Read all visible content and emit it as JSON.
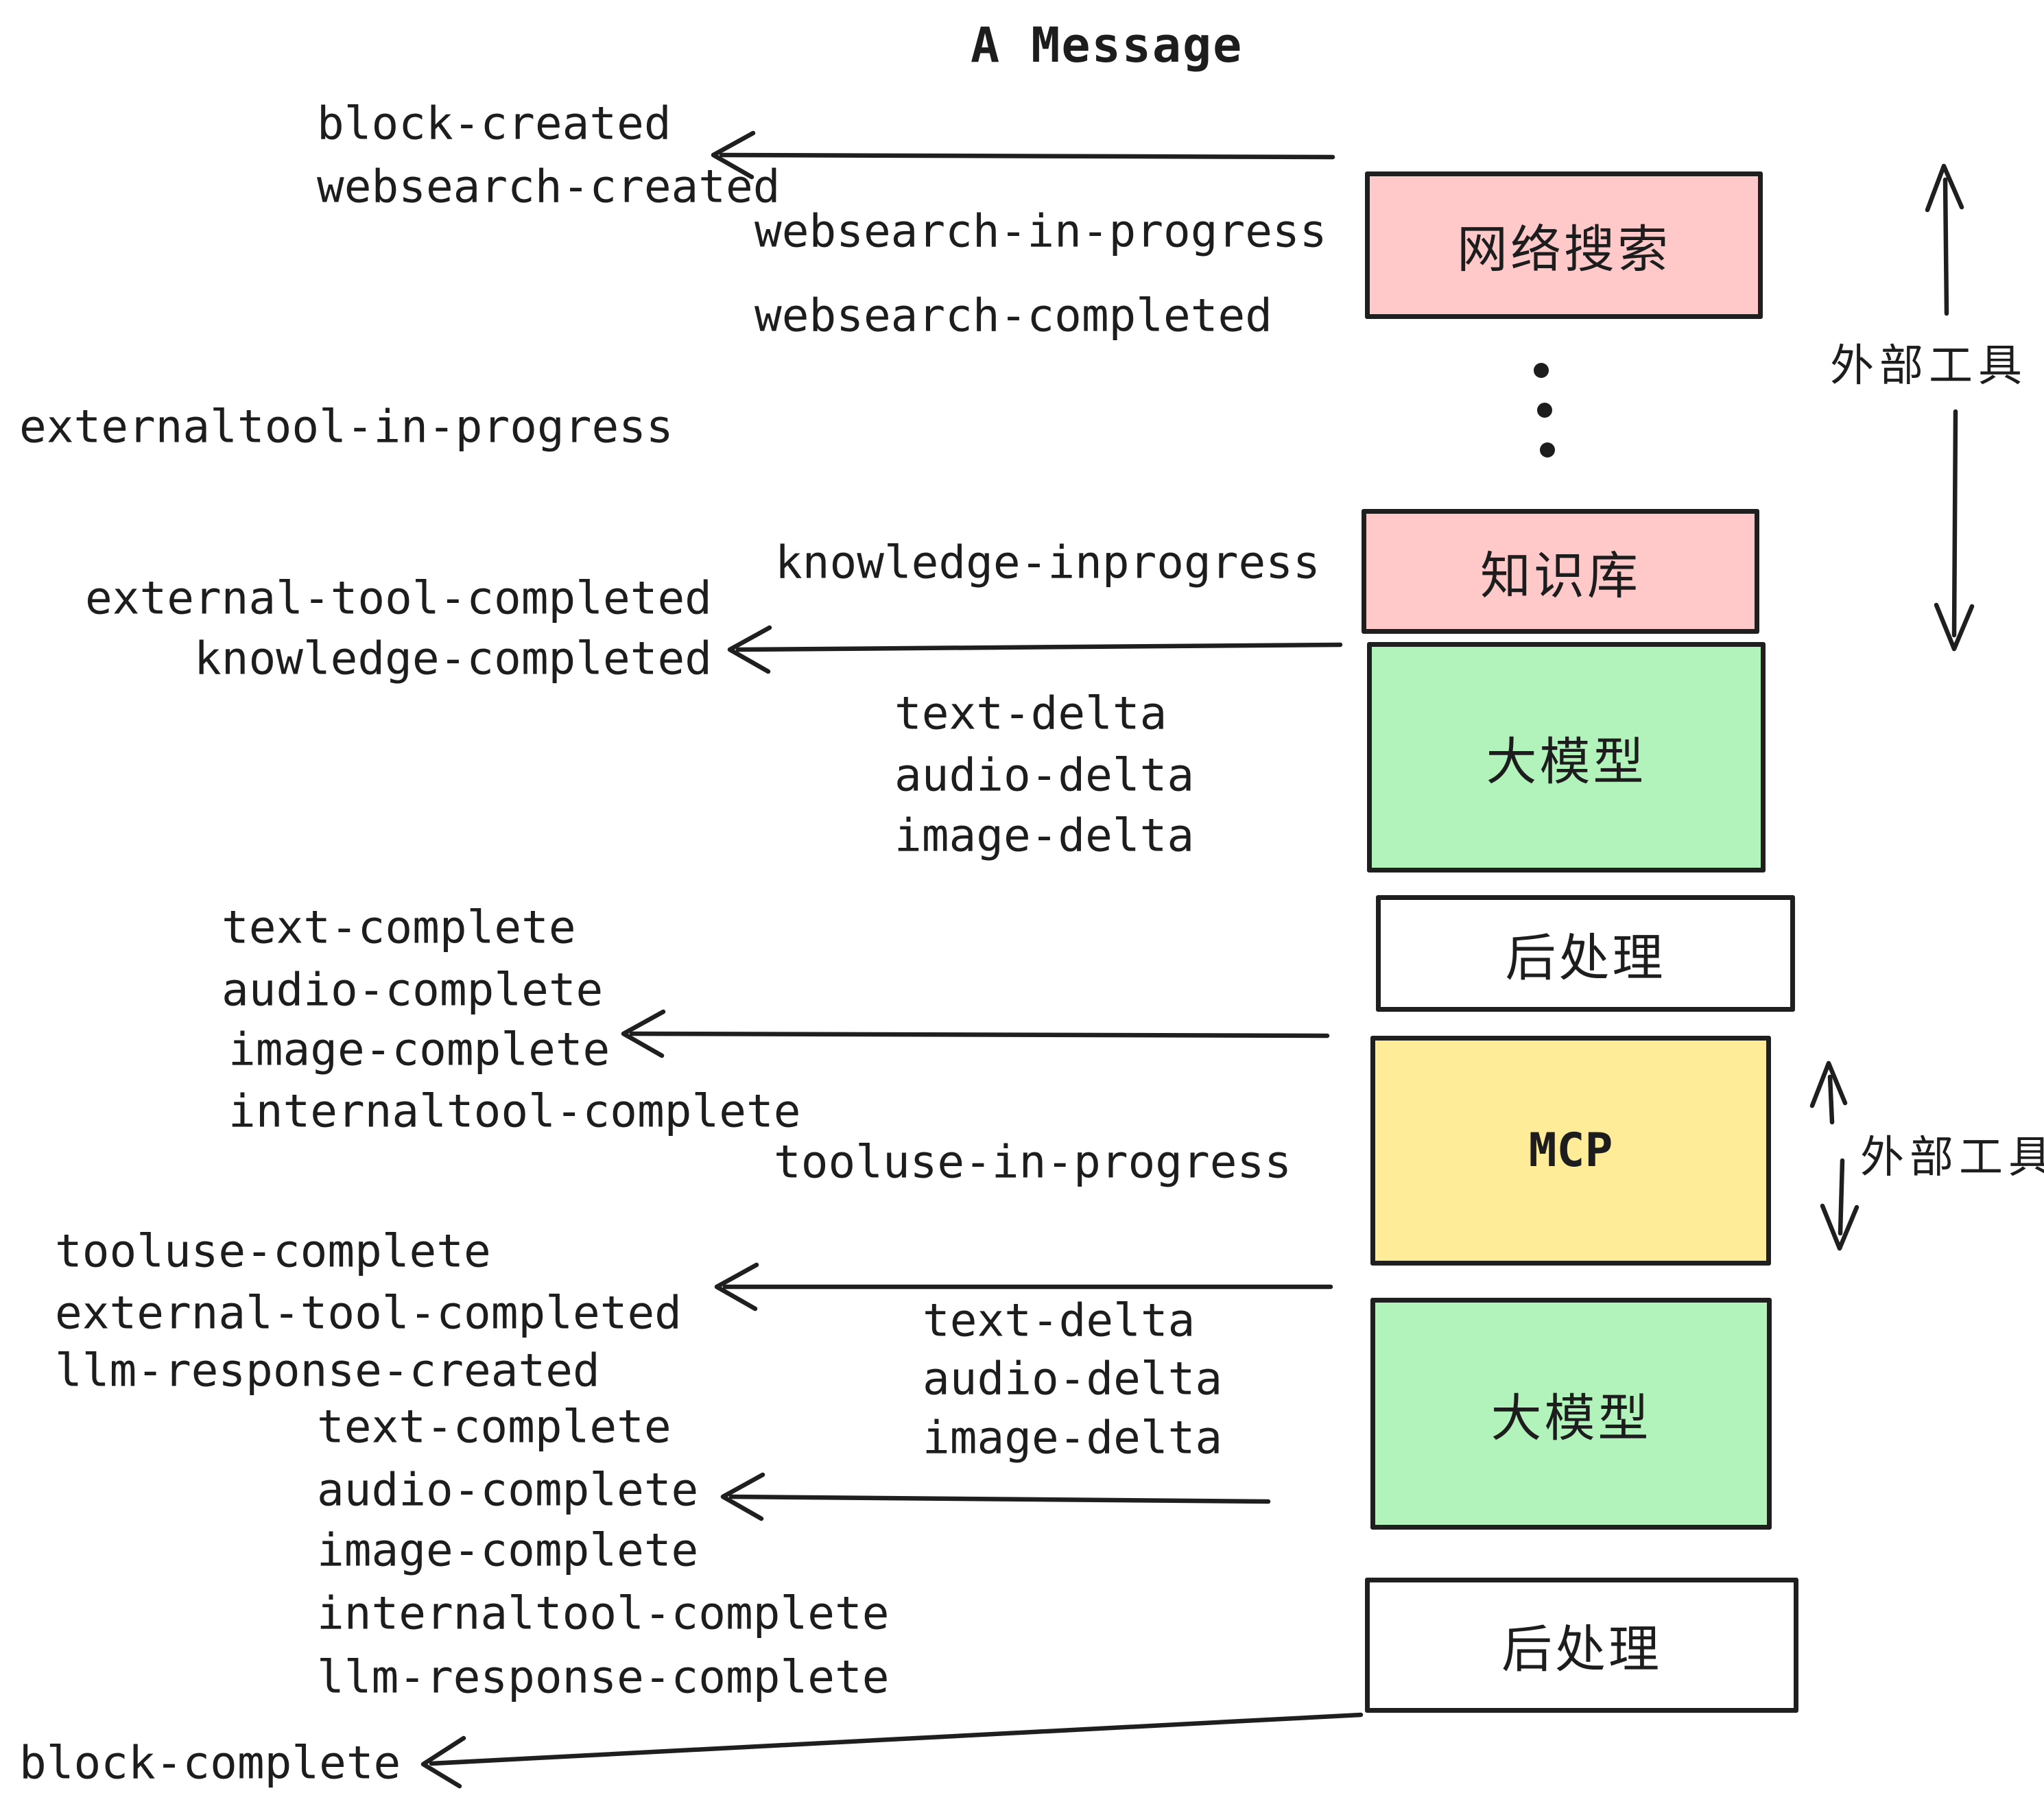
{
  "palette": {
    "pink": "#ffc9c9",
    "green": "#b2f2bb",
    "yellow": "#ffec99",
    "white": "#ffffff",
    "ink": "#1f1f1f"
  },
  "title": {
    "text": "A Message"
  },
  "boxes": [
    {
      "id": "websearch",
      "label": "网络搜索",
      "fill": "pink"
    },
    {
      "id": "knowledge",
      "label": "知识库",
      "fill": "pink"
    },
    {
      "id": "llm-1",
      "label": "大模型",
      "fill": "green"
    },
    {
      "id": "post-1",
      "label": "后处理",
      "fill": "white"
    },
    {
      "id": "mcp",
      "label": "MCP",
      "fill": "yellow"
    },
    {
      "id": "llm-2",
      "label": "大模型",
      "fill": "green"
    },
    {
      "id": "post-2",
      "label": "后处理",
      "fill": "white"
    }
  ],
  "events": [
    {
      "id": "block-created",
      "text": "block-created"
    },
    {
      "id": "websearch-created",
      "text": "websearch-created"
    },
    {
      "id": "websearch-in-progress",
      "text": "websearch-in-progress"
    },
    {
      "id": "websearch-completed",
      "text": "websearch-completed"
    },
    {
      "id": "externaltool-in-progress",
      "text": "externaltool-in-progress"
    },
    {
      "id": "knowledge-inprogress",
      "text": "knowledge-inprogress"
    },
    {
      "id": "external-tool-completed",
      "text": "external-tool-completed"
    },
    {
      "id": "knowledge-completed",
      "text": "knowledge-completed"
    },
    {
      "id": "text-delta-1",
      "text": "text-delta"
    },
    {
      "id": "audio-delta-1",
      "text": "audio-delta"
    },
    {
      "id": "image-delta-1",
      "text": "image-delta"
    },
    {
      "id": "text-complete-1",
      "text": "text-complete"
    },
    {
      "id": "audio-complete-1",
      "text": "audio-complete"
    },
    {
      "id": "image-complete-1",
      "text": "image-complete"
    },
    {
      "id": "internaltool-complete-1",
      "text": "internaltool-complete"
    },
    {
      "id": "tooluse-in-progress",
      "text": "tooluse-in-progress"
    },
    {
      "id": "tooluse-complete",
      "text": "tooluse-complete"
    },
    {
      "id": "external-tool-completed-2",
      "text": "external-tool-completed"
    },
    {
      "id": "llm-response-created",
      "text": "llm-response-created"
    },
    {
      "id": "text-delta-2",
      "text": "text-delta"
    },
    {
      "id": "audio-delta-2",
      "text": "audio-delta"
    },
    {
      "id": "image-delta-2",
      "text": "image-delta"
    },
    {
      "id": "text-complete-2",
      "text": "text-complete"
    },
    {
      "id": "audio-complete-2",
      "text": "audio-complete"
    },
    {
      "id": "image-complete-2",
      "text": "image-complete"
    },
    {
      "id": "internaltool-complete-2",
      "text": "internaltool-complete"
    },
    {
      "id": "llm-response-complete",
      "text": "llm-response-complete"
    },
    {
      "id": "block-complete",
      "text": "block-complete"
    }
  ],
  "annotations": {
    "external_tools_top": {
      "text": "外部工具"
    },
    "external_tools_bottom": {
      "text": "外部工具"
    }
  }
}
